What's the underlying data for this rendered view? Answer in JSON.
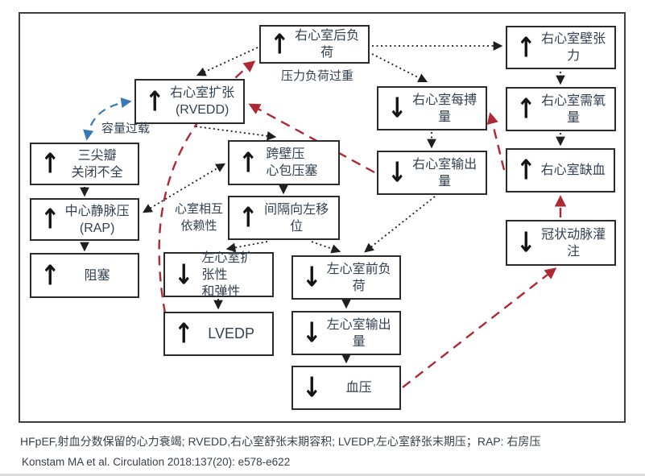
{
  "diagram": {
    "nodes": {
      "rv_afterload": {
        "arrow": "↑",
        "line1": "右心室后负荷",
        "line2": ""
      },
      "rv_wall_tension": {
        "arrow": "↑",
        "line1": "右心室壁张力",
        "line2": ""
      },
      "rv_dilation": {
        "arrow": "↑",
        "line1": "右心室扩张",
        "line2": "(RVEDD)"
      },
      "rv_stroke_volume": {
        "arrow": "↓",
        "line1": "右心室每搏量",
        "line2": ""
      },
      "rv_o2_demand": {
        "arrow": "↑",
        "line1": "右心室需氧量",
        "line2": ""
      },
      "tricuspid_regurgitation": {
        "arrow": "↑",
        "line1": "三尖瓣",
        "line2": "关闭不全"
      },
      "transmural_pressure": {
        "arrow": "↑",
        "line1": "跨壁压",
        "line2": "心包压塞"
      },
      "rv_output": {
        "arrow": "↓",
        "line1": "右心室输出量",
        "line2": ""
      },
      "rv_ischemia": {
        "arrow": "↑",
        "line1": "右心室缺血",
        "line2": ""
      },
      "central_venous_pressure": {
        "arrow": "↑",
        "line1": "中心静脉压",
        "line2": "(RAP)"
      },
      "septal_shift": {
        "arrow": "↑",
        "line1": "间隔向左移位",
        "line2": ""
      },
      "coronary_perfusion": {
        "arrow": "↓",
        "line1": "冠状动脉灌注",
        "line2": ""
      },
      "congestion": {
        "arrow": "↑",
        "line1": "阻塞",
        "line2": ""
      },
      "lv_distensibility": {
        "arrow": "↓",
        "line1": "左心室扩张性",
        "line2": "和弹性"
      },
      "lv_preload": {
        "arrow": "↓",
        "line1": "左心室前负荷",
        "line2": ""
      },
      "lvedp": {
        "arrow": "↑",
        "line1": "LVEDP",
        "line2": ""
      },
      "lv_output": {
        "arrow": "↓",
        "line1": "左心室输出量",
        "line2": ""
      },
      "blood_pressure": {
        "arrow": "↓",
        "line1": "血压",
        "line2": ""
      }
    },
    "labels": {
      "pressure_overload": "压力负荷过重",
      "volume_overload": "容量过载",
      "ventricular_interdependence": "心室相互\n依赖性"
    },
    "edges": [
      {
        "from": "rv_afterload",
        "to": "rv_wall_tension",
        "style": "dotted-black"
      },
      {
        "from": "rv_afterload",
        "to": "rv_stroke_volume",
        "style": "dotted-black"
      },
      {
        "from": "rv_afterload",
        "to": "rv_dilation",
        "style": "dotted-black",
        "label": "压力负荷过重"
      },
      {
        "from": "rv_dilation",
        "to": "transmural_pressure",
        "style": "dotted-black"
      },
      {
        "from": "transmural_pressure",
        "to": "central_venous_pressure",
        "style": "dotted-black",
        "bidirectional": true,
        "label": "心室相互依赖性"
      },
      {
        "from": "tricuspid_regurgitation",
        "to": "central_venous_pressure",
        "style": "dotted-black"
      },
      {
        "from": "central_venous_pressure",
        "to": "congestion",
        "style": "dotted-black"
      },
      {
        "from": "transmural_pressure",
        "to": "septal_shift",
        "style": "dotted-black"
      },
      {
        "from": "septal_shift",
        "to": "lv_distensibility",
        "style": "dotted-black"
      },
      {
        "from": "septal_shift",
        "to": "lv_preload",
        "style": "dotted-black"
      },
      {
        "from": "rv_output",
        "to": "lv_preload",
        "style": "dotted-black"
      },
      {
        "from": "rv_stroke_volume",
        "to": "rv_output",
        "style": "dotted-black"
      },
      {
        "from": "rv_wall_tension",
        "to": "rv_o2_demand",
        "style": "dotted-black"
      },
      {
        "from": "rv_o2_demand",
        "to": "rv_ischemia",
        "style": "dotted-black"
      },
      {
        "from": "lv_distensibility",
        "to": "lvedp",
        "style": "dotted-black"
      },
      {
        "from": "lv_preload",
        "to": "lv_output",
        "style": "dotted-black"
      },
      {
        "from": "lv_output",
        "to": "blood_pressure",
        "style": "dotted-black"
      },
      {
        "from": "blood_pressure",
        "to": "coronary_perfusion",
        "style": "dashed-red"
      },
      {
        "from": "coronary_perfusion",
        "to": "rv_ischemia",
        "style": "dashed-red"
      },
      {
        "from": "rv_ischemia",
        "to": "rv_stroke_volume",
        "style": "dashed-red"
      },
      {
        "from": "rv_output",
        "to": "rv_dilation",
        "style": "dashed-red"
      },
      {
        "from": "lvedp",
        "to": "rv_afterload",
        "style": "dashed-red-curve"
      },
      {
        "from": "rv_dilation",
        "to": "tricuspid_regurgitation",
        "style": "dashed-blue-curve",
        "bidirectional": true,
        "label": "容量过载"
      }
    ],
    "colors": {
      "red": "#b02833",
      "blue": "#3679b5",
      "black": "#1f1f1f",
      "text": "#33404f",
      "box_border": "#2b2b2b"
    }
  },
  "footer": {
    "abbreviations": "HFpEF,射血分数保留的心力衰竭; RVEDD,右心室舒张末期容积; LVEDP,左心室舒张末期压；RAP: 右房压",
    "citation": "Konstam MA  et al. Circulation 2018:137(20): e578-e622"
  }
}
